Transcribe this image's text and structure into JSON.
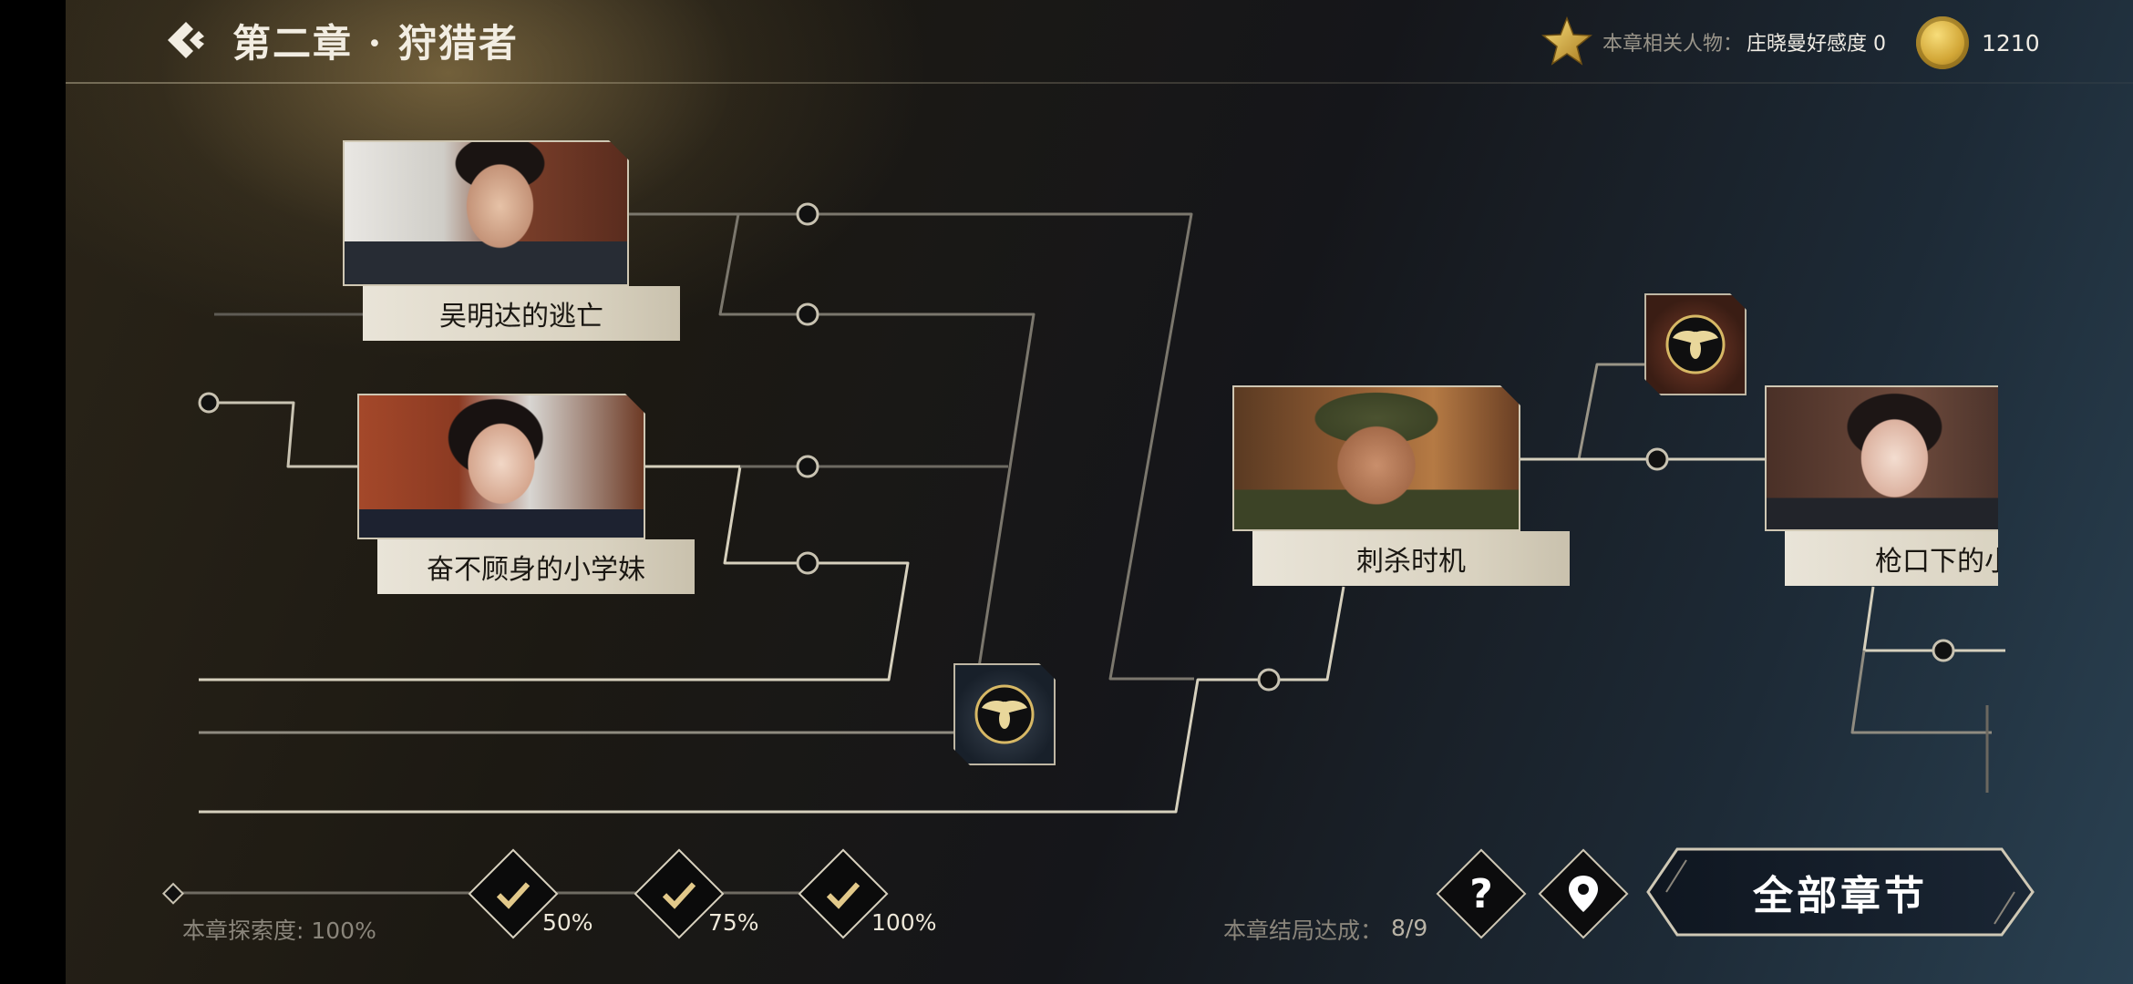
{
  "header": {
    "title": "第二章 · 狩猎者",
    "affinity_label": "本章相关人物：",
    "affinity_value": "庄晓曼好感度 0",
    "coins": "1210"
  },
  "story_nodes": [
    {
      "title": "吴明达的逃亡"
    },
    {
      "title": "奋不顾身的小学妹"
    },
    {
      "title": "刺杀时机"
    },
    {
      "title": "枪口下的小"
    }
  ],
  "footer": {
    "exploration_label": "本章探索度: 100%",
    "milestones": [
      "50%",
      "75%",
      "100%"
    ],
    "endings_label": "本章结局达成：",
    "endings_value": "8/9",
    "all_chapters_label": "全部章节"
  },
  "icons": {
    "back": "back-chevron-icon",
    "star": "star-icon",
    "coin": "coin-icon",
    "emblem": "bee-emblem-icon",
    "help": "question-icon",
    "location": "location-pin-icon",
    "check": "check-icon"
  },
  "colors": {
    "accent": "#d9d2bf",
    "gold": "#d2a636",
    "card_label": "#e9e4d8"
  }
}
